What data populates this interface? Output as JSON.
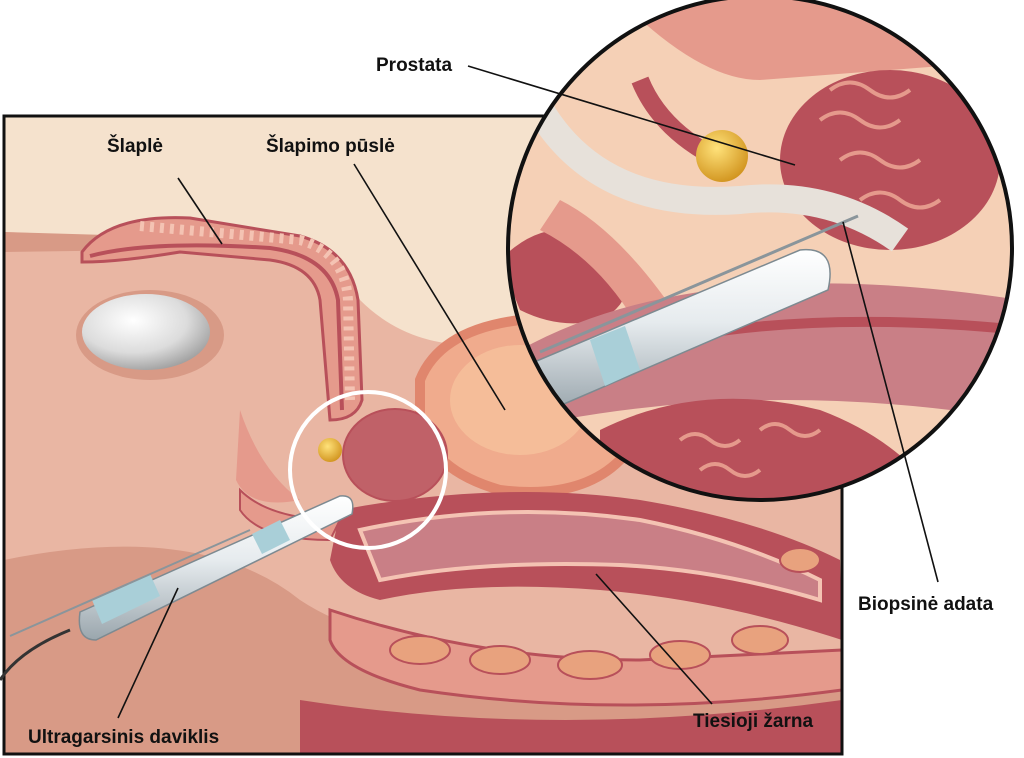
{
  "labels": {
    "prostate": "Prostata",
    "urethra": "Šlaplė",
    "bladder": "Šlapimo pūslė",
    "biopsy_needle": "Biopsinė adata",
    "ultrasound_probe": "Ultragarsinis daviklis",
    "rectum": "Tiesioji žarna"
  },
  "colors": {
    "panel_bg": "#f5e2cd",
    "body_region": "#e9b6a3",
    "body_dark": "#d89a86",
    "organ_pink": "#e59a8c",
    "organ_red": "#b8505a",
    "organ_light": "#f4c3b3",
    "rectum_inner": "#c97f86",
    "prostate_gold": "#e8b02b",
    "probe_metal": "#dfe6ea",
    "probe_band": "#a9cfd8",
    "circle_outline": "#111111",
    "callout_white": "#ffffff"
  }
}
